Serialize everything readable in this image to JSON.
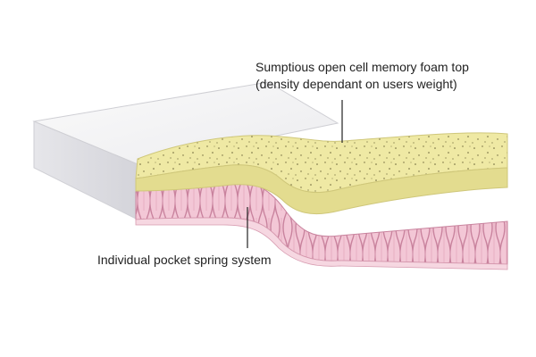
{
  "callouts": {
    "foam": {
      "line1": "Sumptious open cell memory foam top",
      "line2": "(density dependant on users weight)"
    },
    "springs": {
      "label": "Individual pocket spring system"
    }
  },
  "colors": {
    "cover_top": "#f4f4f5",
    "cover_side": "#dedee2",
    "foam_top": "#efe9a4",
    "foam_side": "#ddd68a",
    "foam_speckle": "#6b6438",
    "spring_fill": "#f2c4d3",
    "spring_stripe": "#c87f9b",
    "spring_base": "#f6d7e1",
    "leader_line": "#222222"
  }
}
